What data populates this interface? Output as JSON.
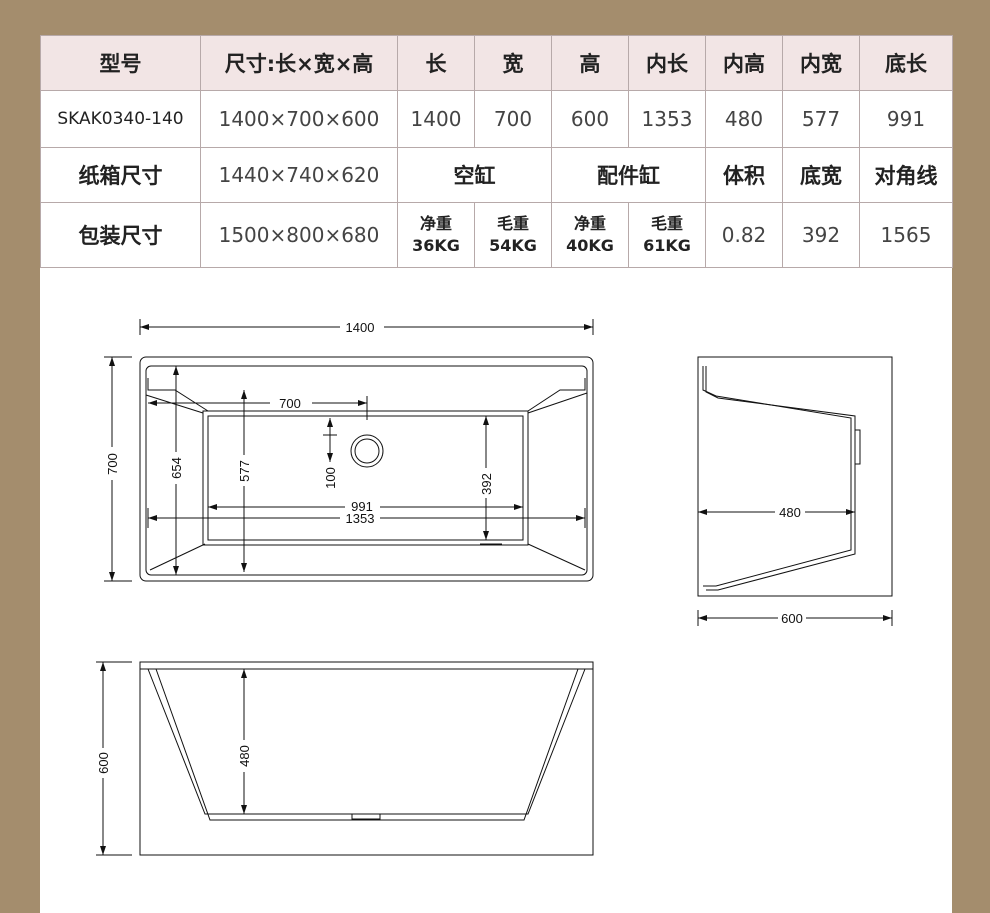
{
  "table": {
    "header": [
      "型号",
      "尺寸:长×宽×高",
      "长",
      "宽",
      "高",
      "内长",
      "内高",
      "内宽",
      "底长"
    ],
    "row1": [
      "SKAK0340-140",
      "1400×700×600",
      "1400",
      "700",
      "600",
      "1353",
      "480",
      "577",
      "991"
    ],
    "row2": {
      "label": "纸箱尺寸",
      "carton": "1440×740×620",
      "empty_tub": "空缸",
      "accessory_tub": "配件缸",
      "volume_label": "体积",
      "bottom_width_label": "底宽",
      "diagonal_label": "对角线"
    },
    "row3": {
      "label": "包装尺寸",
      "package": "1500×800×680",
      "net1_label": "净重",
      "net1_value": "36KG",
      "gross1_label": "毛重",
      "gross1_value": "54KG",
      "net2_label": "净重",
      "net2_value": "40KG",
      "gross2_label": "毛重",
      "gross2_value": "61KG",
      "volume": "0.82",
      "bottom_width": "392",
      "diagonal": "1565"
    }
  },
  "drawing": {
    "top_view": {
      "length": "1400",
      "width": "700",
      "half_length": "700",
      "inner_width": "654",
      "inner_width_2": "577",
      "drain_offset": "100",
      "bottom_length": "991",
      "inner_length": "1353",
      "bottom_width": "392"
    },
    "side_view": {
      "inner_height": "480",
      "width": "600"
    },
    "front_view": {
      "height": "600",
      "inner_height": "480"
    }
  },
  "colors": {
    "background": "#a48d6d",
    "header_fill": "#f2e5e5",
    "border": "#b7a9a9"
  }
}
